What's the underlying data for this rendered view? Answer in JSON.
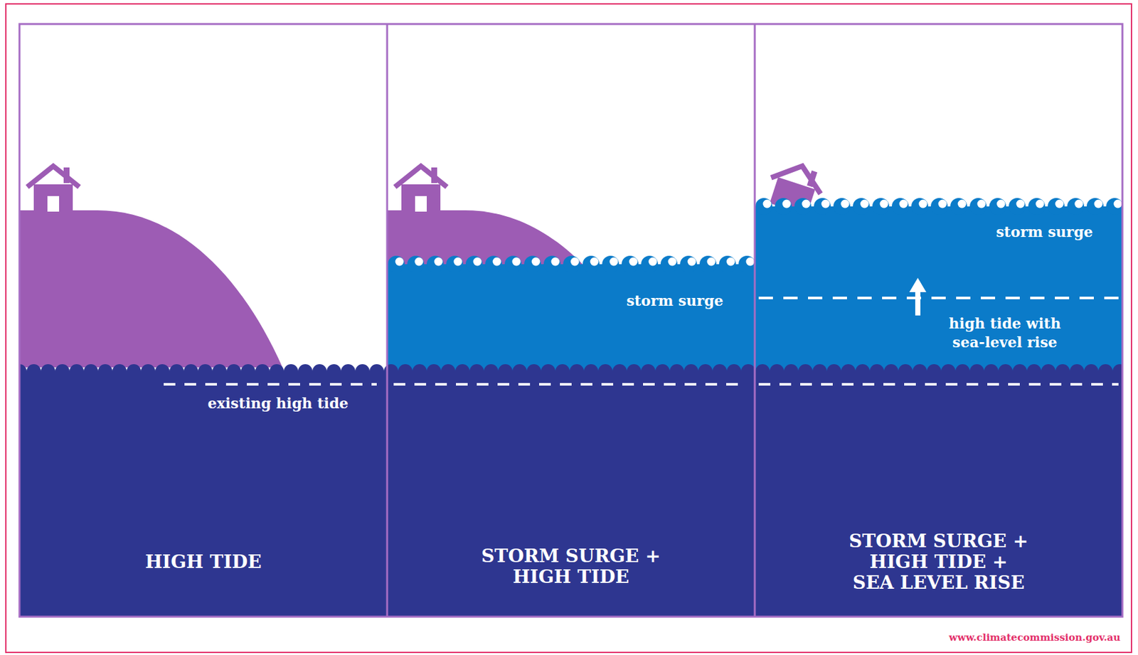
{
  "diagram": {
    "nodes": [
      {
        "text": [
          "existing high tide",
          "HIGH TIDE"
        ]
      },
      {
        "text": [
          "storm surge",
          "STORM SURGE + HIGH TIDE"
        ]
      },
      {
        "text": [
          "storm surge",
          "high tide with sea-level rise",
          "STORM SURGE + HIGH TIDE + SEA LEVEL RISE"
        ]
      }
    ],
    "labels": [
      "www.climatecommission.gov.au"
    ]
  }
}
